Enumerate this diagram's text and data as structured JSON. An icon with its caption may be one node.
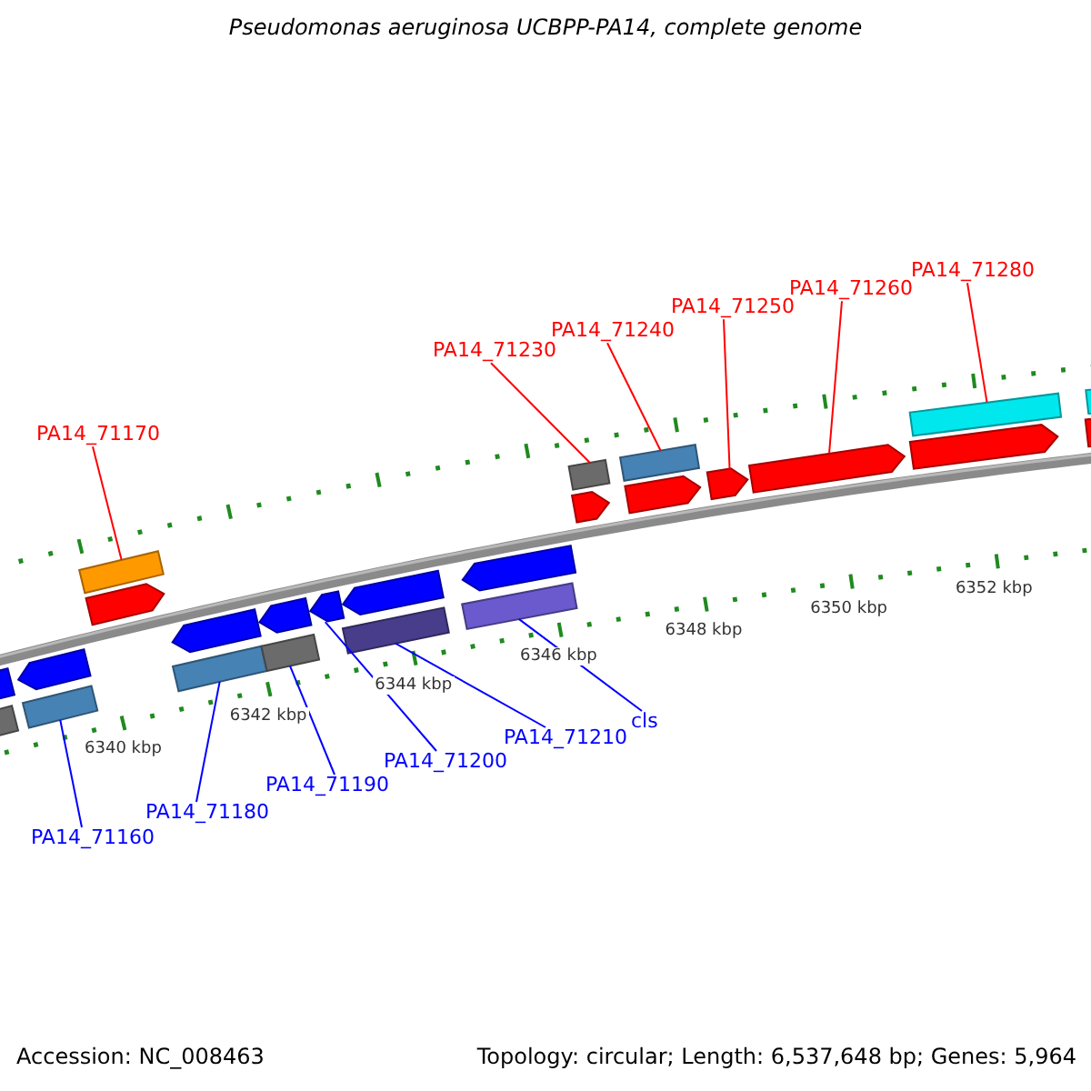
{
  "diagram": {
    "title": "Pseudomonas aeruginosa UCBPP-PA14, complete genome",
    "nodes": [
      {
        "text": [
          "PA14_71170"
        ]
      },
      {
        "text": [
          "PA14_71230"
        ]
      },
      {
        "text": [
          "PA14_71240"
        ]
      },
      {
        "text": [
          "PA14_71250"
        ]
      },
      {
        "text": [
          "PA14_71260"
        ]
      },
      {
        "text": [
          "PA14_71280"
        ]
      },
      {
        "text": [],
        "shape": "bar"
      },
      {
        "text": [],
        "shape": "bar"
      },
      {
        "text": [],
        "shape": "bar"
      },
      {
        "text": [],
        "shape": "bar"
      },
      {
        "text": [],
        "shape": "bar"
      },
      {
        "text": [],
        "shape": "arrow"
      },
      {
        "text": [],
        "shape": "arrow"
      },
      {
        "text": [],
        "shape": "arrow"
      },
      {
        "text": [],
        "shape": "arrow"
      },
      {
        "text": [],
        "shape": "arrow"
      },
      {
        "text": [],
        "shape": "arrow"
      },
      {
        "text": [],
        "shape": "arrow"
      },
      {
        "text": [],
        "shape": "arrow"
      },
      {
        "text": [],
        "shape": "arrow"
      },
      {
        "text": [],
        "shape": "arrow"
      },
      {
        "text": [],
        "shape": "arrow"
      },
      {
        "text": [],
        "shape": "arrow"
      },
      {
        "text": [],
        "shape": "arrow"
      },
      {
        "text": [],
        "shape": "arrow"
      },
      {
        "text": [],
        "shape": "bar"
      },
      {
        "text": [],
        "shape": "bar"
      },
      {
        "text": [],
        "shape": "bar"
      },
      {
        "text": [],
        "shape": "bar"
      },
      {
        "text": [],
        "shape": "bar"
      },
      {
        "text": [],
        "shape": "bar"
      },
      {
        "text": [
          "PA14_71160"
        ]
      },
      {
        "text": [
          "PA14_71180"
        ]
      },
      {
        "text": [
          "PA14_71190"
        ]
      },
      {
        "text": [
          "PA14_71200"
        ]
      },
      {
        "text": [
          "PA14_71210"
        ]
      },
      {
        "text": [
          "cls"
        ]
      }
    ],
    "edges": [
      {
        "from": 0,
        "to": 6,
        "arrow": "none",
        "color": "#ff0000"
      },
      {
        "from": 1,
        "to": 7,
        "arrow": "none",
        "color": "#ff0000"
      },
      {
        "from": 2,
        "to": 8,
        "arrow": "none",
        "color": "#ff0000"
      },
      {
        "from": 3,
        "to": 14,
        "arrow": "none",
        "color": "#ff0000"
      },
      {
        "from": 4,
        "to": 15,
        "arrow": "none",
        "color": "#ff0000"
      },
      {
        "from": 5,
        "to": 9,
        "arrow": "none",
        "color": "#ff0000"
      },
      {
        "from": 31,
        "to": 26,
        "arrow": "none",
        "color": "#0000ff"
      },
      {
        "from": 32,
        "to": 27,
        "arrow": "none",
        "color": "#0000ff"
      },
      {
        "from": 33,
        "to": 28,
        "arrow": "none",
        "color": "#0000ff"
      },
      {
        "from": 34,
        "to": 22,
        "arrow": "none",
        "color": "#0000ff"
      },
      {
        "from": 35,
        "to": 29,
        "arrow": "none",
        "color": "#0000ff"
      },
      {
        "from": 36,
        "to": 30,
        "arrow": "none",
        "color": "#0000ff"
      }
    ],
    "labels": [
      "6340 kbp",
      "6342 kbp",
      "6344 kbp",
      "6346 kbp",
      "6348 kbp",
      "6350 kbp",
      "6352 kbp",
      "Accession: NC_008463",
      "Topology: circular; Length: 6,537,648 bp; Genes: 5,964"
    ]
  }
}
